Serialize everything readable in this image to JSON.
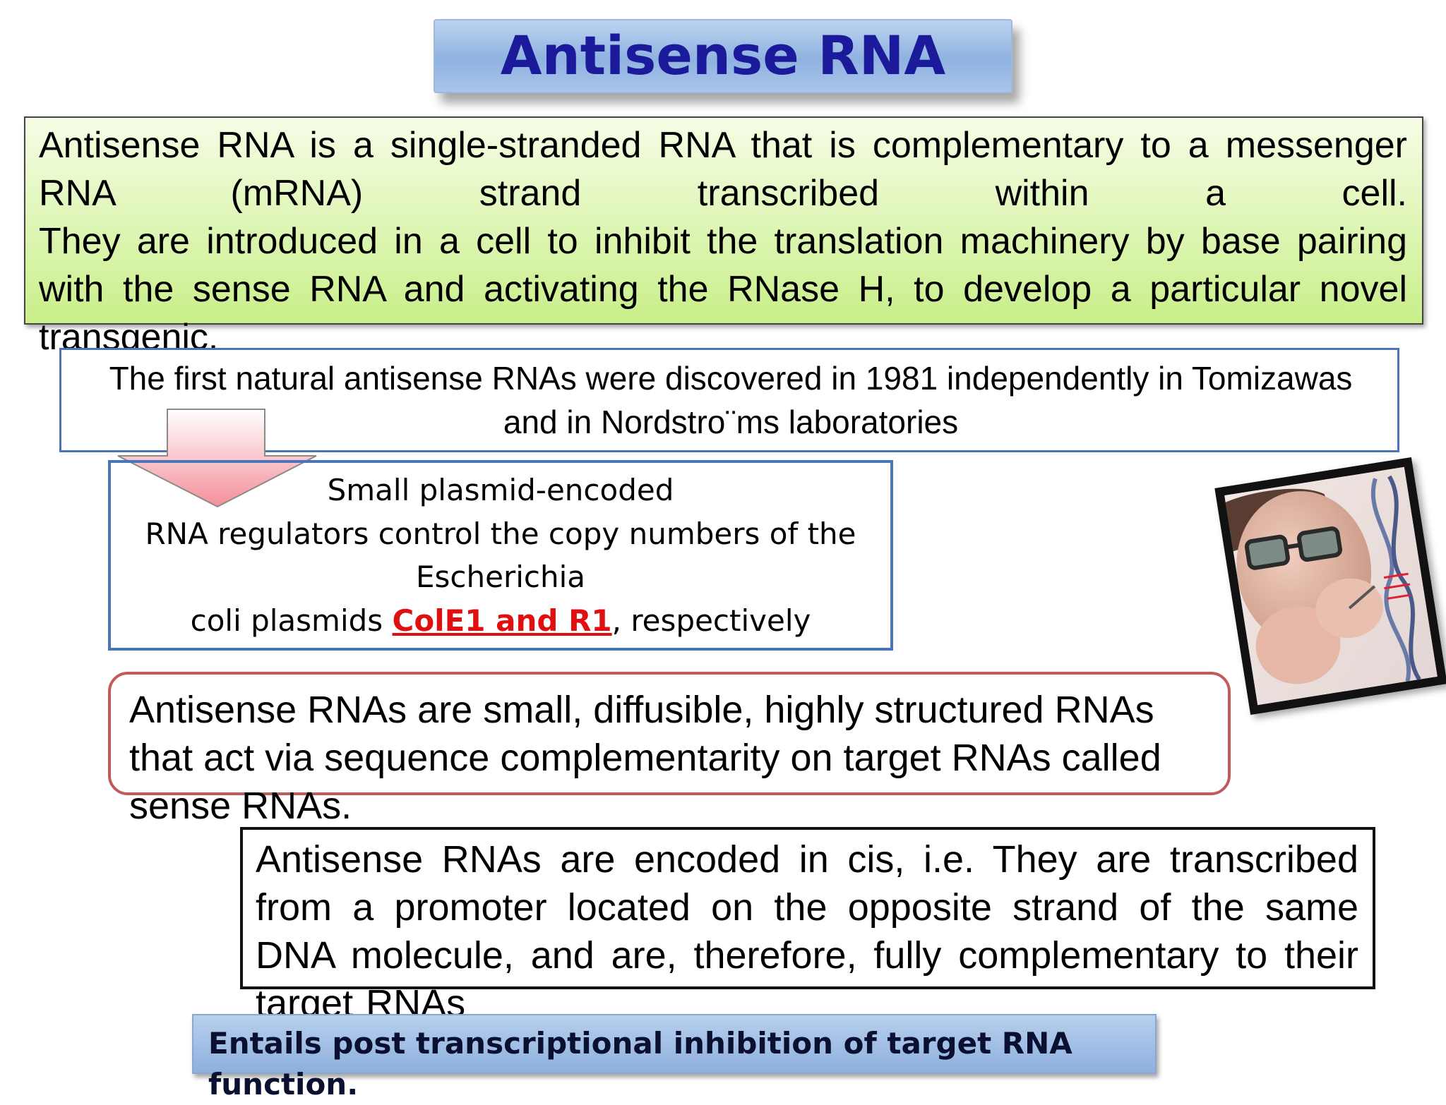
{
  "title": "Antisense RNA",
  "definition": {
    "line1": "Antisense RNA is  a single-stranded RNA that is  complementary to a messenger RNA (mRNA) strand transcribed  within a cell.",
    "line2": "They are introduced in a cell to inhibit the translation machinery by base pairing  with the sense RNA and activating the RNase H, to develop a particular novel transgenic."
  },
  "discovery": "The first natural antisense RNAs were discovered in 1981 independently in Tomizawas and in Nordstro¨ms laboratories",
  "plasmid": {
    "line1": "Small plasmid-encoded",
    "line2": "RNA regulators control the copy numbers of the",
    "line3": "Escherichia",
    "line4_pre": "coli plasmids ",
    "line4_highlight": "ColE1 and R1",
    "line4_post": ", respectively"
  },
  "small_rnas": "Antisense RNAs are small, diffusible, highly structured RNAs that act via sequence complementarity on target RNAs called sense RNAs.",
  "cis_encoding": "Antisense RNAs are encoded in cis, i.e. They are transcribed from a promoter located on the opposite strand of the same DNA molecule, and are, therefore, fully complementary to their target RNAs",
  "inhibition": "Entails post transcriptional inhibition of target RNA function.",
  "colors": {
    "title_text": "#1a1a9a",
    "highlight": "#e01010",
    "definition_bg": "#c9ef8a",
    "discovery_border": "#4a76b8",
    "small_rnas_border": "#c25a5a"
  }
}
